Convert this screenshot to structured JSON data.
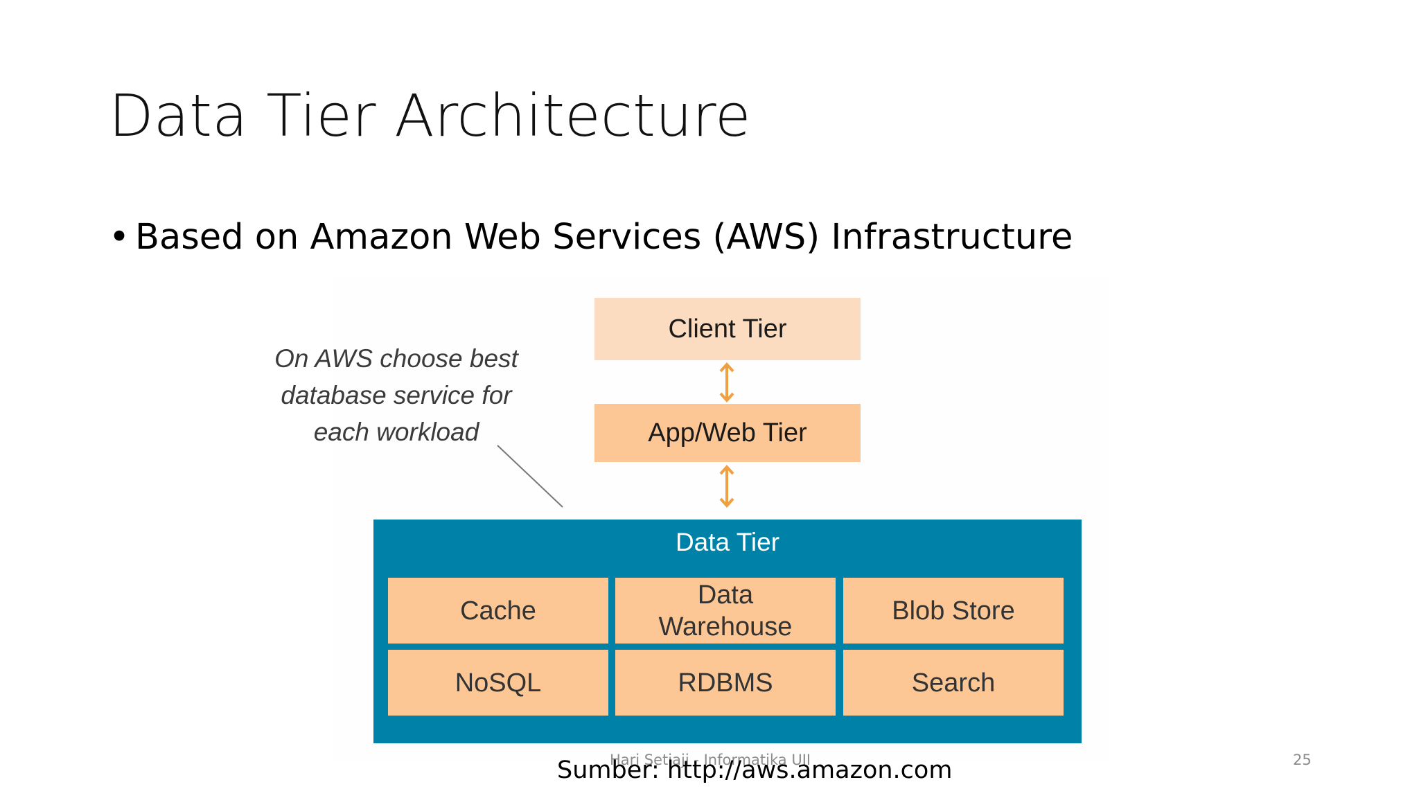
{
  "slide": {
    "title": "Data Tier Architecture",
    "bullet": "Based on Amazon Web Services (AWS) Infrastructure",
    "bullet_marker": "•"
  },
  "diagram": {
    "annotation_lines": [
      "On AWS choose best",
      "database service for",
      "each workload"
    ],
    "client_tier": "Client Tier",
    "app_tier": "App/Web Tier",
    "data_tier": "Data Tier",
    "cells": [
      [
        "Cache",
        "Data\nWarehouse",
        "Blob Store"
      ],
      [
        "NoSQL",
        "RDBMS",
        "Search"
      ]
    ],
    "colors": {
      "client_tier": "#fcdcc0",
      "app_tier": "#fcc794",
      "data_tier": "#0081a7",
      "arrow": "#f0a040"
    }
  },
  "footer": {
    "author": "Hari Setiaji - Informatika UII",
    "page_number": "25",
    "source": "Sumber:  http://aws.amazon.com"
  }
}
